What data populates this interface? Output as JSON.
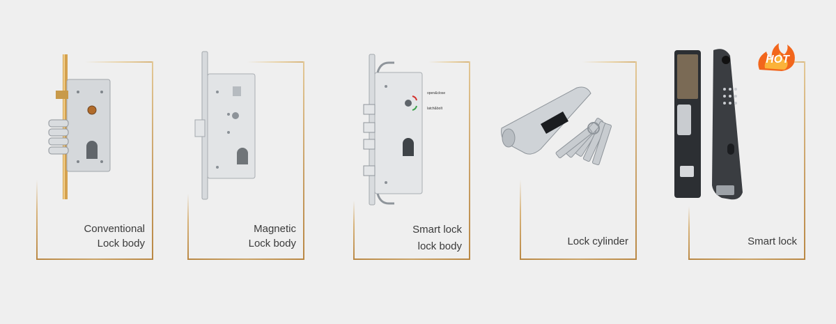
{
  "products": [
    {
      "label_lines": [
        "Conventional",
        "Lock body"
      ],
      "image": "conventional-lock-body-image"
    },
    {
      "label_lines": [
        "Magnetic",
        "Lock body"
      ],
      "image": "magnetic-lock-body-image"
    },
    {
      "label_lines": [
        "Smart lock",
        "lock body"
      ],
      "image": "smart-lock-body-image",
      "annotations": [
        "open&close",
        "latch&bolt"
      ]
    },
    {
      "label_lines": [
        "Lock cylinder"
      ],
      "image": "lock-cylinder-image"
    },
    {
      "label_lines": [
        "Smart lock"
      ],
      "image": "smart-lock-image",
      "badge": "HOT"
    }
  ],
  "colors": {
    "background": "#efefef",
    "gold_frame": "#c9a066",
    "text": "#3a3a3a",
    "hot_orange": "#f2661c"
  }
}
